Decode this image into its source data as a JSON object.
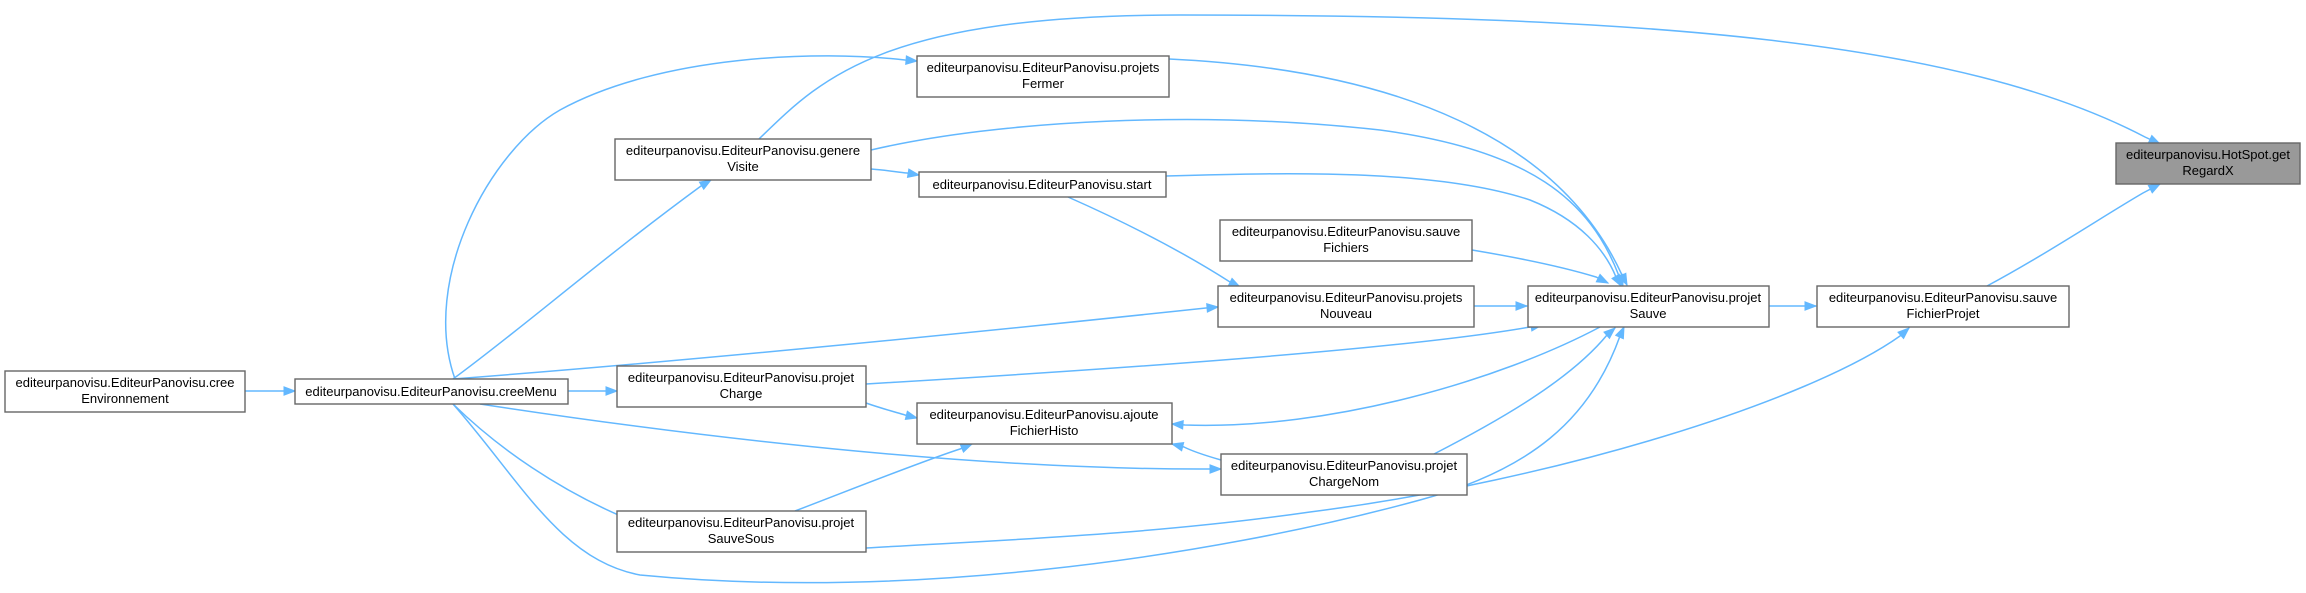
{
  "diagram": {
    "nodes": [
      {
        "id": "getRegardX",
        "lines": [
          "editeurpanovisu.HotSpot.get",
          "RegardX"
        ],
        "highlight": true
      },
      {
        "id": "sauveFichierProjet",
        "lines": [
          "editeurpanovisu.EditeurPanovisu.sauve",
          "FichierProjet"
        ]
      },
      {
        "id": "projetSauve",
        "lines": [
          "editeurpanovisu.EditeurPanovisu.projet",
          "Sauve"
        ]
      },
      {
        "id": "projetsFermer",
        "lines": [
          "editeurpanovisu.EditeurPanovisu.projets",
          "Fermer"
        ]
      },
      {
        "id": "genereVisite",
        "lines": [
          "editeurpanovisu.EditeurPanovisu.genere",
          "Visite"
        ]
      },
      {
        "id": "start",
        "lines": [
          "editeurpanovisu.EditeurPanovisu.start"
        ]
      },
      {
        "id": "sauveFichiers",
        "lines": [
          "editeurpanovisu.EditeurPanovisu.sauve",
          "Fichiers"
        ]
      },
      {
        "id": "projetsNouveau",
        "lines": [
          "editeurpanovisu.EditeurPanovisu.projets",
          "Nouveau"
        ]
      },
      {
        "id": "projetCharge",
        "lines": [
          "editeurpanovisu.EditeurPanovisu.projet",
          "Charge"
        ]
      },
      {
        "id": "ajouteFichierHisto",
        "lines": [
          "editeurpanovisu.EditeurPanovisu.ajoute",
          "FichierHisto"
        ]
      },
      {
        "id": "projetChargeNom",
        "lines": [
          "editeurpanovisu.EditeurPanovisu.projet",
          "ChargeNom"
        ]
      },
      {
        "id": "projetSauveSous",
        "lines": [
          "editeurpanovisu.EditeurPanovisu.projet",
          "SauveSous"
        ]
      },
      {
        "id": "creeMenu",
        "lines": [
          "editeurpanovisu.EditeurPanovisu.creeMenu"
        ]
      },
      {
        "id": "creeEnvironnement",
        "lines": [
          "editeurpanovisu.EditeurPanovisu.cree",
          "Environnement"
        ]
      }
    ],
    "edges": [
      {
        "from": "sauveFichierProjet",
        "to": "getRegardX"
      },
      {
        "from": "genereVisite",
        "to": "getRegardX"
      },
      {
        "from": "projetSauve",
        "to": "sauveFichierProjet"
      },
      {
        "from": "projetSauveSous",
        "to": "sauveFichierProjet"
      },
      {
        "from": "projetsFermer",
        "to": "projetSauve"
      },
      {
        "from": "genereVisite",
        "to": "projetSauve"
      },
      {
        "from": "start",
        "to": "projetSauve"
      },
      {
        "from": "sauveFichiers",
        "to": "projetSauve"
      },
      {
        "from": "projetsNouveau",
        "to": "projetSauve"
      },
      {
        "from": "projetCharge",
        "to": "projetSauve"
      },
      {
        "from": "projetChargeNom",
        "to": "projetSauve"
      },
      {
        "from": "creeMenu",
        "to": "projetSauve"
      },
      {
        "from": "projetSauve",
        "to": "ajouteFichierHisto"
      },
      {
        "from": "projetChargeNom",
        "to": "ajouteFichierHisto"
      },
      {
        "from": "projetCharge",
        "to": "ajouteFichierHisto"
      },
      {
        "from": "projetSauveSous",
        "to": "ajouteFichierHisto"
      },
      {
        "from": "start",
        "to": "projetsNouveau"
      },
      {
        "from": "genereVisite",
        "to": "start"
      },
      {
        "from": "creeMenu",
        "to": "projetsFermer"
      },
      {
        "from": "creeMenu",
        "to": "genereVisite"
      },
      {
        "from": "creeMenu",
        "to": "projetsNouveau"
      },
      {
        "from": "creeMenu",
        "to": "projetCharge"
      },
      {
        "from": "creeMenu",
        "to": "projetChargeNom"
      },
      {
        "from": "creeMenu",
        "to": "projetSauveSous"
      },
      {
        "from": "creeEnvironnement",
        "to": "creeMenu"
      }
    ]
  },
  "colors": {
    "edge": "#63b8ff",
    "node_border": "#666666",
    "node_fill": "#ffffff",
    "highlight_fill": "#999999"
  }
}
